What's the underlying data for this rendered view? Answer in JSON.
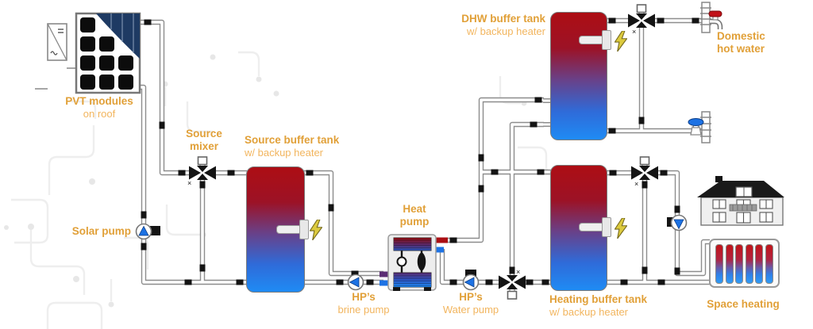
{
  "labels": {
    "pvt": {
      "title": "PVT modules",
      "subtitle": "on roof"
    },
    "source_mixer": {
      "title": "Source mixer"
    },
    "source_tank": {
      "title": "Source buffer tank",
      "subtitle": "w/ backup heater"
    },
    "solar_pump": {
      "title": "Solar pump"
    },
    "heat_pump": {
      "title": "Heat pump"
    },
    "brine_pump": {
      "title": "HP’s",
      "subtitle": "brine pump"
    },
    "water_pump": {
      "title": "HP’s",
      "subtitle": "Water pump"
    },
    "dhw_tank": {
      "title": "DHW buffer tank",
      "subtitle": "w/ backup heater"
    },
    "domestic_hot_water": {
      "title": "Domestic hot water"
    },
    "heating_tank": {
      "title": "Heating buffer tank",
      "subtitle": "w/ backup heater"
    },
    "space_heating": {
      "title": "Space heating"
    }
  },
  "colors": {
    "accent_bold": "#e1a038",
    "accent_light": "#f2b55e",
    "hot_red": "#ad0e14",
    "cold_blue": "#1f8bf4",
    "pump_blue": "#1d72e4",
    "bolt_yellow": "#dcca3e",
    "panel_navy": "#1e3a63",
    "pipe_gray": "#8d8d8d"
  },
  "icons": {
    "pvt_panel": "solar-pvt-panel",
    "inverter": "dc-ac-inverter",
    "valve": "three-way-mixing-valve",
    "pump": "circulation-pump",
    "bolt": "electric-backup-heater",
    "coil": "internal-heat-exchanger-coil",
    "faucet_hot": "hot-water-tap",
    "faucet_cold": "cold-water-tap",
    "house": "residential-house",
    "radiator": "space-heating-radiator"
  }
}
